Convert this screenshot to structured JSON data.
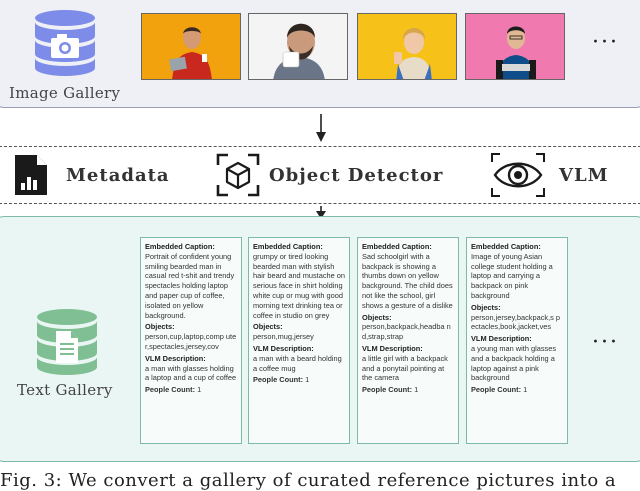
{
  "image_gallery": {
    "label": "Image Gallery",
    "icon": "database-camera-icon",
    "ellipsis": "···",
    "photos": [
      {
        "bg": "#f2a20c",
        "desc": "man-with-laptop"
      },
      {
        "bg": "#f4f4f4",
        "desc": "bearded-man-mug"
      },
      {
        "bg": "#f6c21a",
        "desc": "girl-thumbs-down"
      },
      {
        "bg": "#f07ab0",
        "desc": "student-backpack"
      }
    ]
  },
  "tools": [
    {
      "label": "Metadata",
      "icon": "bar-chart-document-icon"
    },
    {
      "label": "Object Detector",
      "icon": "cube-detector-icon"
    },
    {
      "label": "VLM",
      "icon": "eye-icon"
    }
  ],
  "text_gallery": {
    "label": "Text Gallery",
    "icon": "database-document-icon",
    "ellipsis": "···",
    "cards": [
      {
        "caption_header": "Embedded Caption:",
        "caption": "Portrait of confident young smiling bearded man in casual red t-shit and trendy spectacles holding laptop and paper cup of coffee, isolated on yellow background.",
        "objects_header": "Objects:",
        "objects": "person,cup,laptop,comp uter,spectacles,jersey,cov",
        "vlm_header": "VLM Description:",
        "vlm": "a man with glasses holding a laptop and a cup of coffee",
        "count_header": "People Count:",
        "count": "1"
      },
      {
        "caption_header": "Embedded Caption:",
        "caption": "grumpy or tired looking bearded man with stylish hair beard and mustache on serious face in shirt holding white cup or mug with good morning text drinking tea or coffee in studio on grey",
        "objects_header": "Objects:",
        "objects": "person,mug,jersey",
        "vlm_header": "VLM Description:",
        "vlm": "a man with a beard holding a coffee mug",
        "count_header": "People Count:",
        "count": "1"
      },
      {
        "caption_header": "Embedded Caption:",
        "caption": "Sad schoolgirl with a backpack is showing a thumbs down on yellow background. The child does not like the school, girl shows a gesture of a dislike",
        "objects_header": "Objects:",
        "objects": "person,backpack,headba nd,strap,strap",
        "vlm_header": "VLM Description:",
        "vlm": "a little girl with a backpack and a ponytail pointing at the camera",
        "count_header": "People Count:",
        "count": "1"
      },
      {
        "caption_header": "Embedded Caption:",
        "caption": "Image of young Asian college student holding a laptop and carrying a backpack on pink background",
        "objects_header": "Objects:",
        "objects": "person,jersey,backpack,s pectacles,book,jacket,ves",
        "vlm_header": "VLM Description:",
        "vlm": "a young man with glasses and a backpack holding a laptop against a pink background",
        "count_header": "People Count:",
        "count": "1"
      }
    ]
  },
  "caption": "Fig. 3: We convert a gallery of curated reference pictures into a"
}
